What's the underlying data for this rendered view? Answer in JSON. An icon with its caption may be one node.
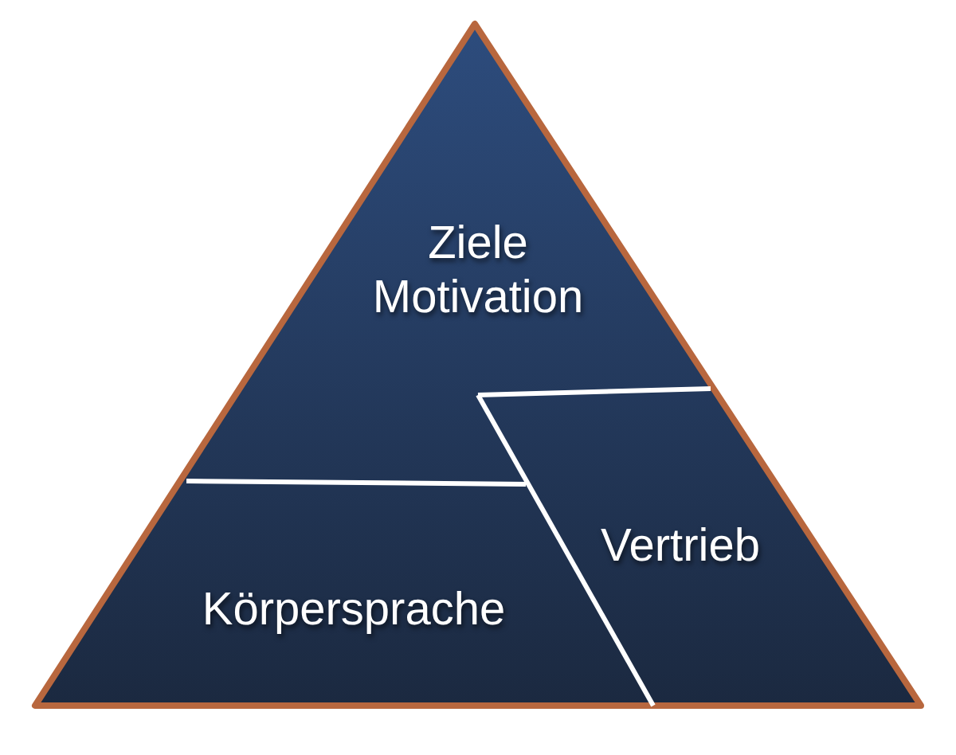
{
  "diagram": {
    "nodes": [
      {
        "text": [
          "Ziele Motivation"
        ]
      },
      {
        "text": [
          "Körpersprache"
        ]
      },
      {
        "text": [
          "Vertrieb"
        ]
      }
    ]
  }
}
